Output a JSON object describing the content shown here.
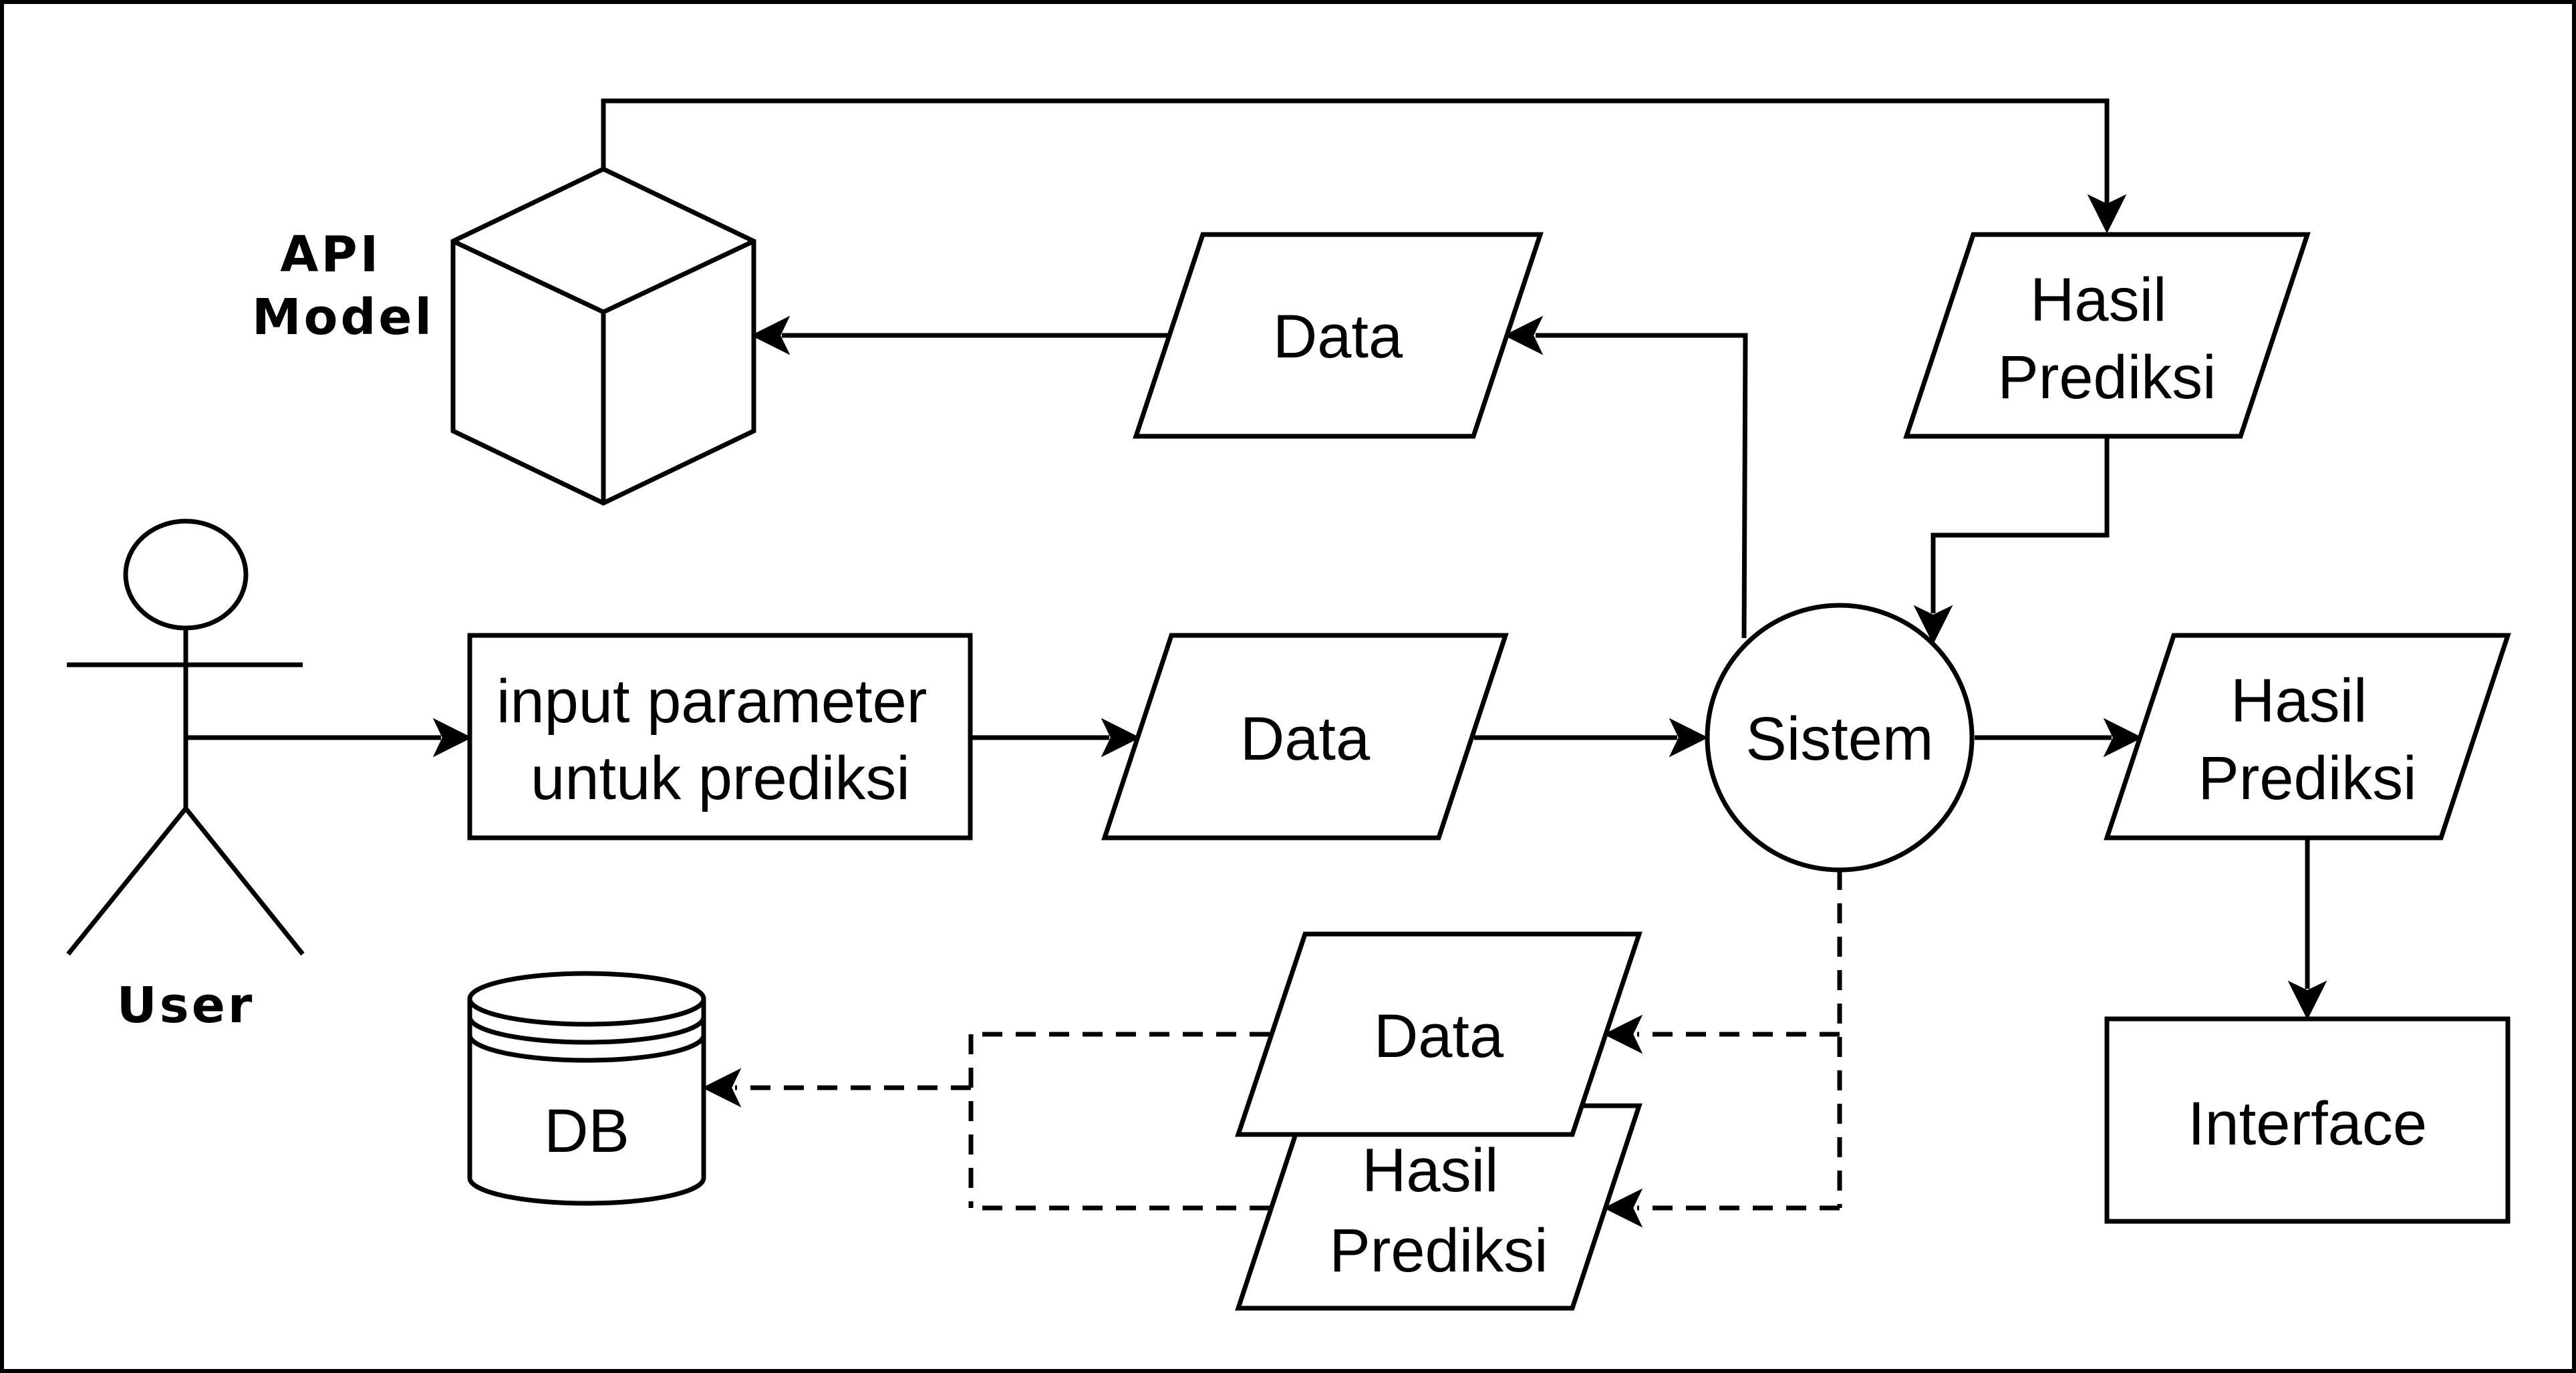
{
  "diagram": {
    "actor_label": "User",
    "api_label_line1": "API",
    "api_label_line2": "Model",
    "input_process_line1": "input parameter",
    "input_process_line2": "untuk prediksi",
    "data_input": "Data",
    "data_to_api": "Data",
    "system": "Sistem",
    "api_result_line1": "Hasil",
    "api_result_line2": "Prediksi",
    "output_result_line1": "Hasil",
    "output_result_line2": "Prediksi",
    "interface": "Interface",
    "stored_data": "Data",
    "stored_result_line1": "Hasil",
    "stored_result_line2": "Prediksi",
    "database": "DB"
  }
}
